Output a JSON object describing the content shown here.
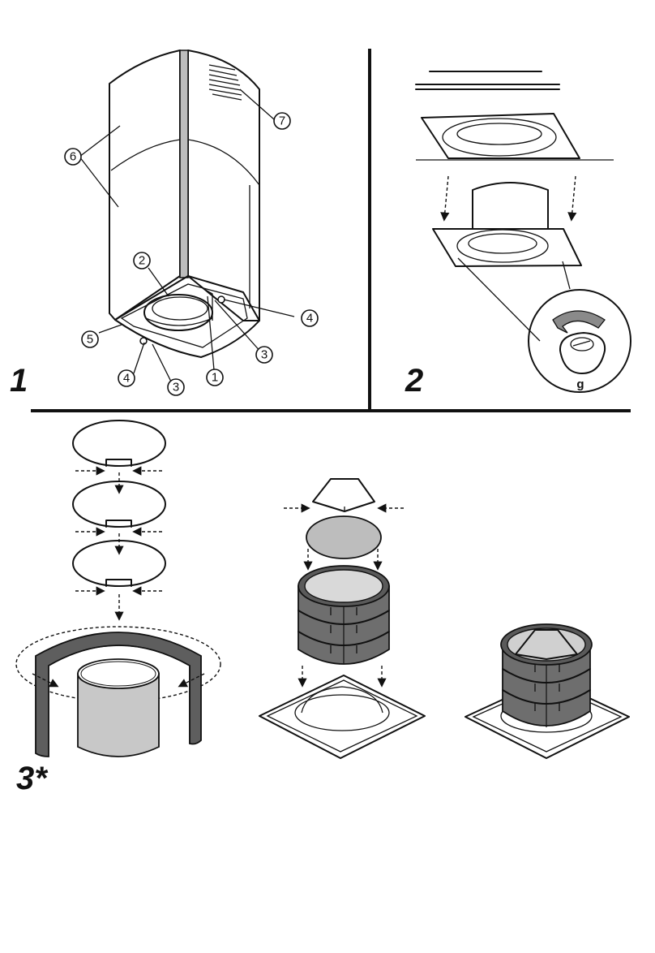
{
  "panels": {
    "p1": {
      "label": "1"
    },
    "p2": {
      "label": "2"
    },
    "p3": {
      "label": "3*"
    }
  },
  "callouts": {
    "c1": "1",
    "c2": "2",
    "c3a": "3",
    "c3b": "3",
    "c4a": "4",
    "c4b": "4",
    "c5": "5",
    "c6": "6",
    "c7": "7"
  },
  "detail_label": "g",
  "colors": {
    "line": "#111111",
    "filter_dark": "#5e5e5e",
    "filter_mid": "#7a7a7a",
    "filter_light": "#c8c8c8",
    "background": "#ffffff"
  },
  "icons": {
    "rotate": "curved-arrow-icon",
    "flow": "dashed-arrow-icon"
  }
}
